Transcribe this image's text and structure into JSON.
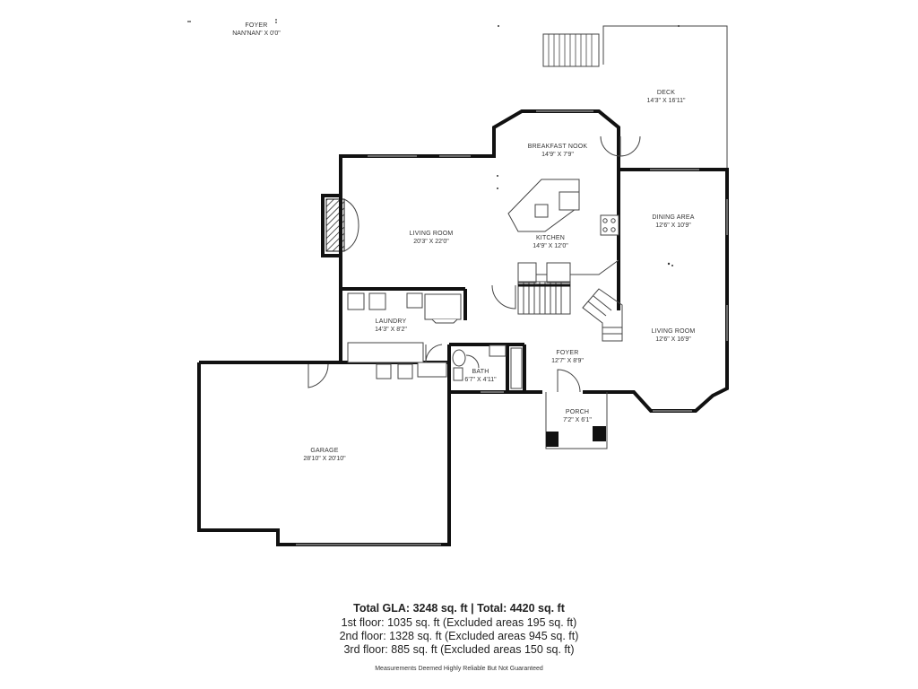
{
  "rooms": {
    "foyer_top": {
      "name": "FOYER",
      "dims": "NAN'NAN\" X 0'0\""
    },
    "deck": {
      "name": "DECK",
      "dims": "14'3\" X 16'11\""
    },
    "breakfast_nook": {
      "name": "BREAKFAST NOOK",
      "dims": "14'9\" X 7'9\""
    },
    "living_room_left": {
      "name": "LIVING ROOM",
      "dims": "20'3\" X 22'0\""
    },
    "kitchen": {
      "name": "KITCHEN",
      "dims": "14'9\" X 12'0\""
    },
    "dining_area": {
      "name": "DINING AREA",
      "dims": "12'6\" X 10'9\""
    },
    "laundry": {
      "name": "LAUNDRY",
      "dims": "14'3\" X 8'2\""
    },
    "living_room_right": {
      "name": "LIVING ROOM",
      "dims": "12'6\" X 16'9\""
    },
    "foyer": {
      "name": "FOYER",
      "dims": "12'7\" X 8'9\""
    },
    "bath": {
      "name": "BATH",
      "dims": "6'7\" X 4'11\""
    },
    "porch": {
      "name": "PORCH",
      "dims": "7'2\" X 6'1\""
    },
    "garage": {
      "name": "GARAGE",
      "dims": "28'10\" X 20'10\""
    }
  },
  "summary": {
    "title": "Total GLA: 3248 sq. ft | Total: 4420 sq. ft",
    "floor1": "1st floor: 1035 sq. ft (Excluded areas 195 sq. ft)",
    "floor2": "2nd floor: 1328 sq. ft (Excluded areas 945 sq. ft)",
    "floor3": "3rd floor: 885 sq. ft (Excluded areas 150 sq. ft)",
    "disclaimer": "Measurements Deemed Highly Reliable But Not Guaranteed"
  },
  "colors": {
    "wall": "#111111",
    "thin_line": "#444444",
    "window": "#888888"
  }
}
